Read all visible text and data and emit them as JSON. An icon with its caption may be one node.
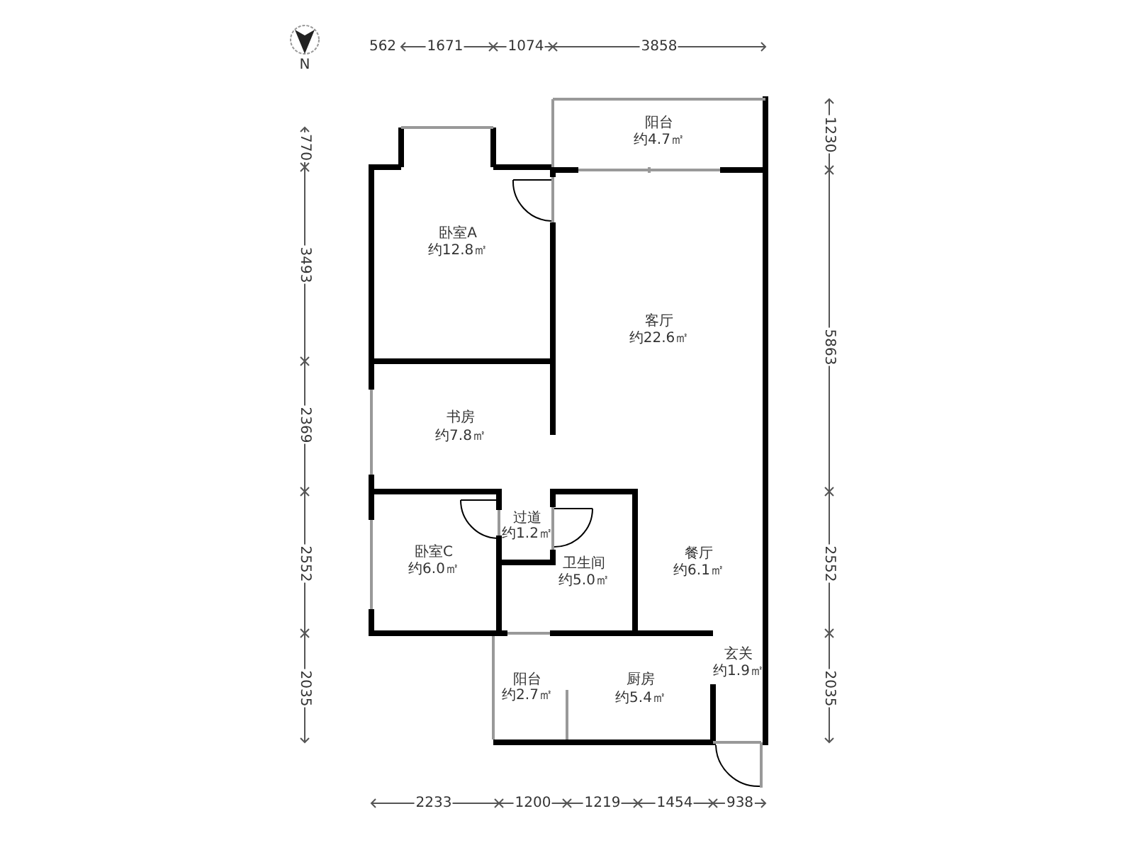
{
  "diagram": {
    "labels": [
      "562",
      "1671",
      "1074",
      "3858",
      "N",
      "770",
      "1230",
      "阳台",
      "约4.7㎡",
      "卧室A",
      "约12.8㎡",
      "3493",
      "客厅",
      "约22.6㎡",
      "5863",
      "书房",
      "约7.8㎡",
      "2369",
      "过道",
      "约1.2㎡",
      "卧室C",
      "约6.0㎡",
      "卫生间",
      "约5.0㎡",
      "餐厅",
      "约6.1㎡",
      "2552",
      "2552",
      "阳台",
      "约2.7㎡",
      "厨房",
      "约5.4㎡",
      "玄关",
      "约1.9㎡",
      "2035",
      "2035",
      "2233",
      "1200",
      "1219",
      "1454",
      "938"
    ]
  }
}
